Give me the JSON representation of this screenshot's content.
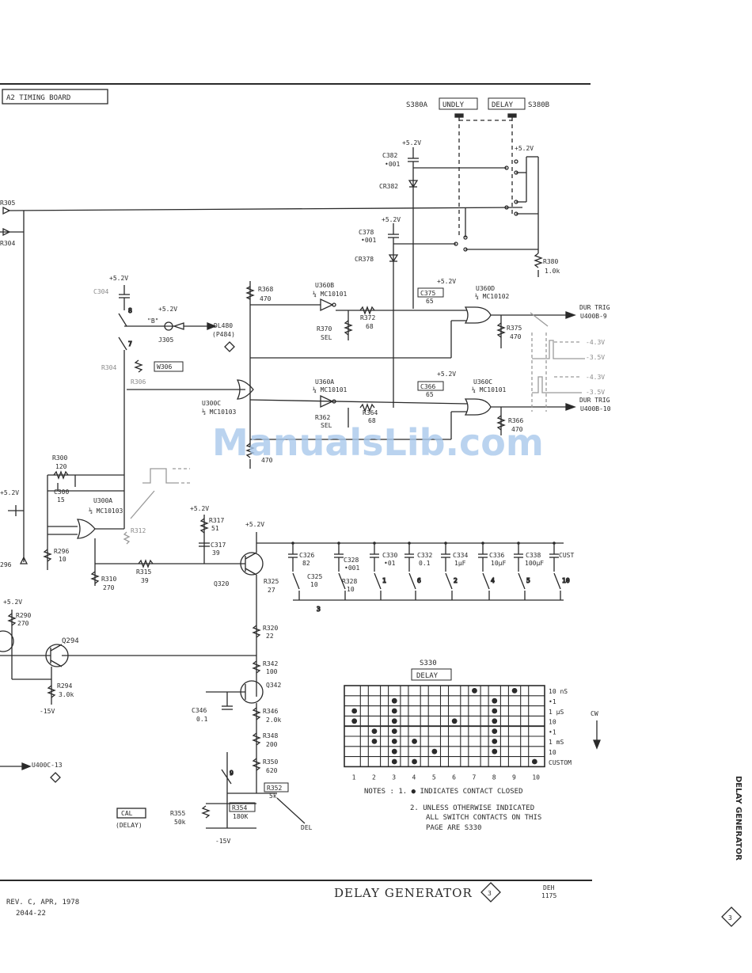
{
  "board_title": "A2 TIMING BOARD",
  "switch_labels": {
    "s380a": "S380A",
    "undly": "UNDLY",
    "delay": "DELAY",
    "s380b": "S380B"
  },
  "components": {
    "r305": "R305",
    "r304": "R304",
    "c382": "C382",
    "c382_val": "•001",
    "cr382": "CR382",
    "c378": "C378",
    "c378_val": "•001",
    "cr378": "CR378",
    "r380": "R380",
    "r380_val": "1.0k",
    "c304": "C304",
    "b_label": "\"B\"",
    "j305": "J305",
    "dl480": "DL480",
    "p484": "(P484)",
    "r368": "R368",
    "r368_val": "470",
    "u360b": "U360B",
    "u360b_type": "¼ MC10101",
    "r370": "R370",
    "r370_val": "SEL",
    "r372": "R372",
    "r372_val": "68",
    "c375": "C375",
    "c375_val": "65",
    "u360d": "U360D",
    "u360d_type": "¼ MC10102",
    "r375": "R375",
    "r375_val": "470",
    "dur_trig_top": "DUR TRIG",
    "u400b9": "U400B-9",
    "r304b": "R304",
    "w306": "W306",
    "r306": "R306",
    "u300c": "U300C",
    "u300c_type": "⅓ MC10103",
    "u360a": "U360A",
    "u360a_type": "¼ MC10101",
    "r362": "R362",
    "r362_val": "SEL",
    "r364": "R364",
    "r364_val": "68",
    "c366": "C366",
    "c366_val": "65",
    "u360c": "U360C",
    "u360c_type": "¼ MC10101",
    "r366": "R366",
    "r366_val": "470",
    "dur_trig_bot": "DUR TRIG",
    "u400b10": "U400B-10",
    "r6_val": "470",
    "r300": "R300",
    "r300_val": "120",
    "c300": "C300",
    "c300_val": "15",
    "u300a": "U300A",
    "u300a_type": "⅓ MC10103",
    "r312": "R312",
    "r296": "R296",
    "r296_val": "10",
    "l296": "296",
    "r310": "R310",
    "r310_val": "270",
    "r315": "R315",
    "r315_val": "39",
    "r317": "R317",
    "r317_val": "51",
    "c317": "C317",
    "c317_val": "39",
    "q320": "Q320",
    "r325": "R325",
    "r325_val": "27",
    "c326": "C326",
    "c326_val": "82",
    "c325": "C325",
    "c325_val": "10",
    "c328": "C328",
    "c328_val": "•001",
    "r328": "R328",
    "r328_val": "10",
    "c330": "C330",
    "c330_val": "•01",
    "c332": "C332",
    "c332_val": "0.1",
    "c334": "C334",
    "c334_val": "1µF",
    "c336": "C336",
    "c336_val": "10µF",
    "c338": "C338",
    "c338_val": "100µF",
    "cust": "CUST",
    "r290": "R290",
    "r290_val": "270",
    "q294": "Q294",
    "r294": "R294",
    "r294_val": "3.0k",
    "neg15": "-15V",
    "r320": "R320",
    "r320_val": "22",
    "r342": "R342",
    "r342_val": "100",
    "q342": "Q342",
    "c346": "C346",
    "c346_val": "0.1",
    "r346": "R346",
    "r346_val": "2.0k",
    "r348": "R348",
    "r348_val": "200",
    "r350": "R350",
    "r350_val": "620",
    "r352": "R352",
    "r352_val": "5k",
    "r354": "R354",
    "r354_val": "180K",
    "r355": "R355",
    "r355_val": "50k",
    "cal": "CAL",
    "cal_delay": "(DELAY)",
    "del": "DEL",
    "neg15b": "-15V",
    "u400c13": "U400C-13"
  },
  "supply": "+5.2V",
  "waveform_levels": {
    "high": "-4.3V",
    "low": "-3.5V"
  },
  "switch_numbers": [
    "8",
    "7",
    "1",
    "6",
    "2",
    "4",
    "5",
    "10",
    "3",
    "9"
  ],
  "s330_chart": {
    "title": "S330",
    "label": "DELAY",
    "columns": [
      "1",
      "2",
      "3",
      "4",
      "5",
      "6",
      "7",
      "8",
      "9",
      "10"
    ],
    "right_labels": [
      "10 nS",
      "•1",
      "1   µS",
      "10",
      "•1",
      "1   mS",
      "10",
      "CUSTOM"
    ],
    "cw": "CW",
    "dots": [
      [
        7,
        1
      ],
      [
        9,
        1
      ],
      [
        3,
        2
      ],
      [
        8,
        2
      ],
      [
        1,
        3
      ],
      [
        3,
        3
      ],
      [
        8,
        3
      ],
      [
        1,
        4
      ],
      [
        3,
        4
      ],
      [
        6,
        4
      ],
      [
        8,
        4
      ],
      [
        2,
        5
      ],
      [
        3,
        5
      ],
      [
        8,
        5
      ],
      [
        2,
        6
      ],
      [
        3,
        6
      ],
      [
        4,
        6
      ],
      [
        8,
        6
      ],
      [
        3,
        7
      ],
      [
        5,
        7
      ],
      [
        8,
        7
      ],
      [
        3,
        8
      ],
      [
        4,
        8
      ],
      [
        10,
        8
      ]
    ]
  },
  "notes": {
    "note1": "NOTES :  1. ●  INDICATES CONTACT CLOSED",
    "note2_line1": "2.  UNLESS  OTHERWISE  INDICATED",
    "note2_line2": "ALL  SWITCH  CONTACTS  ON  THIS",
    "note2_line3": "PAGE  ARE  S330"
  },
  "footer": {
    "rev": "REV. C, APR, 1978",
    "doc": "2044-22",
    "title": "DELAY  GENERATOR",
    "page_num": "3",
    "drafter": "DEH",
    "drafter_code": "1175"
  },
  "side_label": "DELAY GENERATOR",
  "watermark": "ManualsLib.com"
}
